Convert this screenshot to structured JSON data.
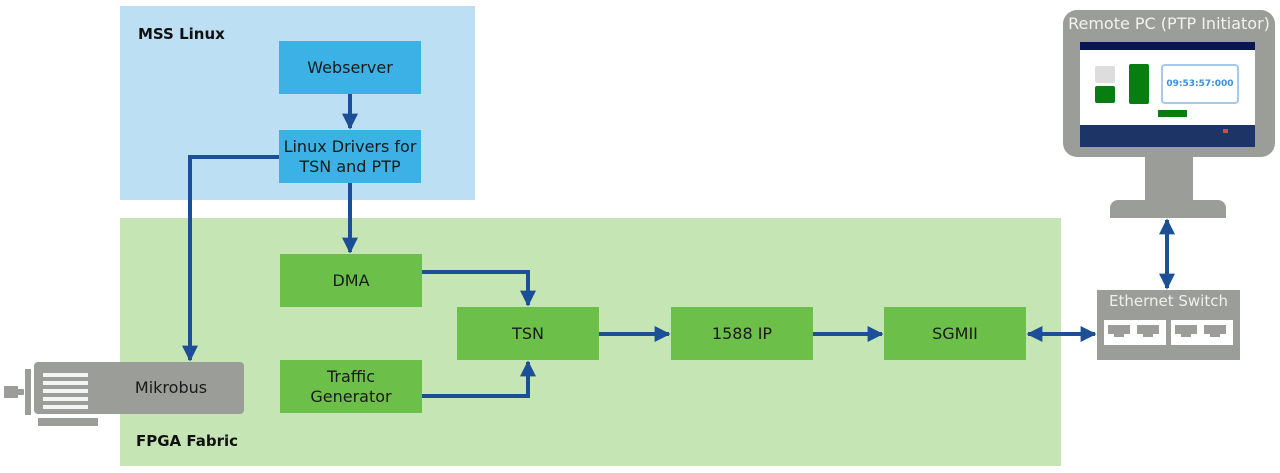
{
  "regions": {
    "mss": {
      "label": "MSS Linux"
    },
    "fpga": {
      "label": "FPGA Fabric"
    }
  },
  "blocks": {
    "webserver": "Webserver",
    "linux_drivers_line1": "Linux Drivers for",
    "linux_drivers_line2": "TSN and PTP",
    "dma": "DMA",
    "traffic_gen_line1": "Traffic",
    "traffic_gen_line2": "Generator",
    "tsn": "TSN",
    "ip1588": "1588 IP",
    "sgmii": "SGMII",
    "mikrobus": "Mikrobus"
  },
  "remote_pc": {
    "title": "Remote PC (PTP Initiator)",
    "screen": {
      "clock": "09:53:57:000"
    }
  },
  "ethernet_switch": {
    "label": "Ethernet Switch"
  },
  "colors": {
    "mss_region": "#bcdff3",
    "fpga_region": "#c6e5b5",
    "blue_block": "#3bb1e6",
    "green_block": "#6cc04a",
    "arrow": "#1c4f95",
    "device_gray": "#9a9d98"
  }
}
